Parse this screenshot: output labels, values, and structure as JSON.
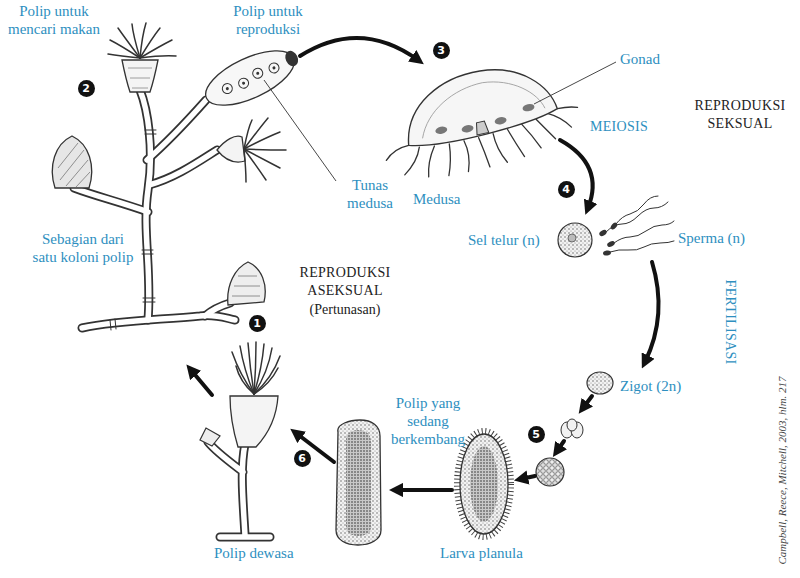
{
  "diagram": {
    "labels": [
      "Polip untuk mencari makan",
      "Polip untuk reproduksi",
      "Gonad",
      "REPRODUKSI SEKSUAL",
      "MEIOSIS",
      "Tunas medusa",
      "Medusa",
      "Sel telur (n)",
      "Sperma (n)",
      "FERTILISASI",
      "Zigot (2n)",
      "Sebagian dari satu koloni polip",
      "REPRODUKSI ASEKSUAL",
      "(Pertunasan)",
      "Polip yang sedang berkembang",
      "Polip dewasa",
      "Larva planula",
      "Campbell, Reece, Mitchell, 2003, hlm. 217",
      "1",
      "2",
      "3",
      "4",
      "5",
      "6"
    ]
  }
}
